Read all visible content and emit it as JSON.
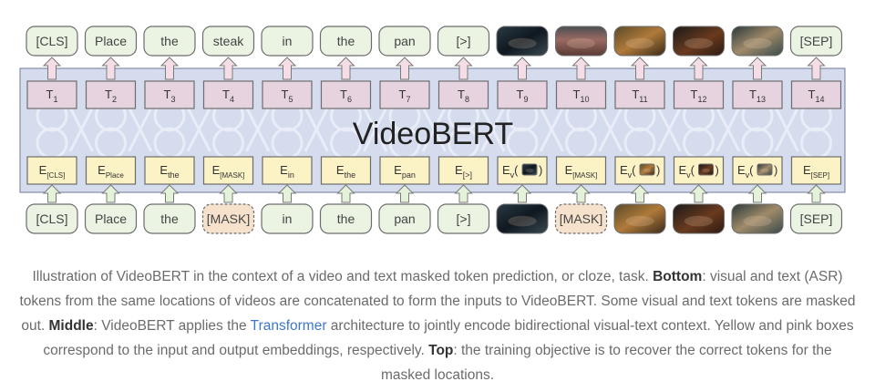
{
  "diagram": {
    "title": "VideoBERT",
    "top_tokens": [
      {
        "type": "text",
        "label": "[CLS]"
      },
      {
        "type": "text",
        "label": "Place"
      },
      {
        "type": "text",
        "label": "the"
      },
      {
        "type": "text",
        "label": "steak"
      },
      {
        "type": "text",
        "label": "in"
      },
      {
        "type": "text",
        "label": "the"
      },
      {
        "type": "text",
        "label": "pan"
      },
      {
        "type": "text",
        "label": "[>]"
      },
      {
        "type": "image",
        "thumb": "pan-dark"
      },
      {
        "type": "image",
        "thumb": "steak-raw"
      },
      {
        "type": "image",
        "thumb": "steak-cooking"
      },
      {
        "type": "image",
        "thumb": "steak-dark"
      },
      {
        "type": "image",
        "thumb": "steak-bowl"
      },
      {
        "type": "text",
        "label": "[SEP]"
      }
    ],
    "outputs": [
      {
        "base": "T",
        "sub": "1"
      },
      {
        "base": "T",
        "sub": "2"
      },
      {
        "base": "T",
        "sub": "3"
      },
      {
        "base": "T",
        "sub": "4"
      },
      {
        "base": "T",
        "sub": "5"
      },
      {
        "base": "T",
        "sub": "6"
      },
      {
        "base": "T",
        "sub": "7"
      },
      {
        "base": "T",
        "sub": "8"
      },
      {
        "base": "T",
        "sub": "9"
      },
      {
        "base": "T",
        "sub": "10"
      },
      {
        "base": "T",
        "sub": "11"
      },
      {
        "base": "T",
        "sub": "12"
      },
      {
        "base": "T",
        "sub": "13"
      },
      {
        "base": "T",
        "sub": "14"
      }
    ],
    "embeddings": [
      {
        "base": "E",
        "sub": "[CLS]"
      },
      {
        "base": "E",
        "sub": "Place"
      },
      {
        "base": "E",
        "sub": "the"
      },
      {
        "base": "E",
        "sub": "[MASK]"
      },
      {
        "base": "E",
        "sub": "in"
      },
      {
        "base": "E",
        "sub": "the"
      },
      {
        "base": "E",
        "sub": "pan"
      },
      {
        "base": "E",
        "sub": "[>]"
      },
      {
        "base": "E",
        "sub": "v",
        "thumb": "pan-dark"
      },
      {
        "base": "E",
        "sub": "[MASK]"
      },
      {
        "base": "E",
        "sub": "v",
        "thumb": "steak-cooking"
      },
      {
        "base": "E",
        "sub": "v",
        "thumb": "steak-dark"
      },
      {
        "base": "E",
        "sub": "v",
        "thumb": "steak-bowl"
      },
      {
        "base": "E",
        "sub": "[SEP]"
      }
    ],
    "bottom_tokens": [
      {
        "type": "text",
        "label": "[CLS]"
      },
      {
        "type": "text",
        "label": "Place"
      },
      {
        "type": "text",
        "label": "the"
      },
      {
        "type": "mask",
        "label": "[MASK]"
      },
      {
        "type": "text",
        "label": "in"
      },
      {
        "type": "text",
        "label": "the"
      },
      {
        "type": "text",
        "label": "pan"
      },
      {
        "type": "text",
        "label": "[>]"
      },
      {
        "type": "image",
        "thumb": "pan-dark"
      },
      {
        "type": "mask",
        "label": "[MASK]"
      },
      {
        "type": "image",
        "thumb": "steak-cooking"
      },
      {
        "type": "image",
        "thumb": "steak-dark"
      },
      {
        "type": "image",
        "thumb": "steak-bowl"
      },
      {
        "type": "text",
        "label": "[SEP]"
      }
    ]
  },
  "colors": {
    "token_fill": "#ebf3e3",
    "token_stroke": "#6d6d6d",
    "arrow_green": "#e3f2d9",
    "arrow_pink": "#f5dde6",
    "output_fill": "#e7d3df",
    "embed_fill": "#fbf2c6",
    "mask_fill": "#f6e2cc",
    "panel_fill": "#d5dcee",
    "link": "#3c78c8"
  },
  "caption": {
    "p1": "Illustration of VideoBERT in the context of a video and text masked token prediction, or cloze, task. ",
    "b1": "Bottom",
    "p2": ": visual and text (ASR) tokens from the same locations of videos are concatenated to form the inputs to VideoBERT. Some visual and text tokens are masked out. ",
    "b2": "Middle",
    "p3": ": VideoBERT applies the ",
    "link": "Transformer",
    "p4": " architecture to jointly encode bidirectional visual-text context. Yellow and pink boxes correspond to the input and output embeddings, respectively. ",
    "b3": "Top",
    "p5": ": the training objective is to recover the correct tokens for the masked locations."
  }
}
